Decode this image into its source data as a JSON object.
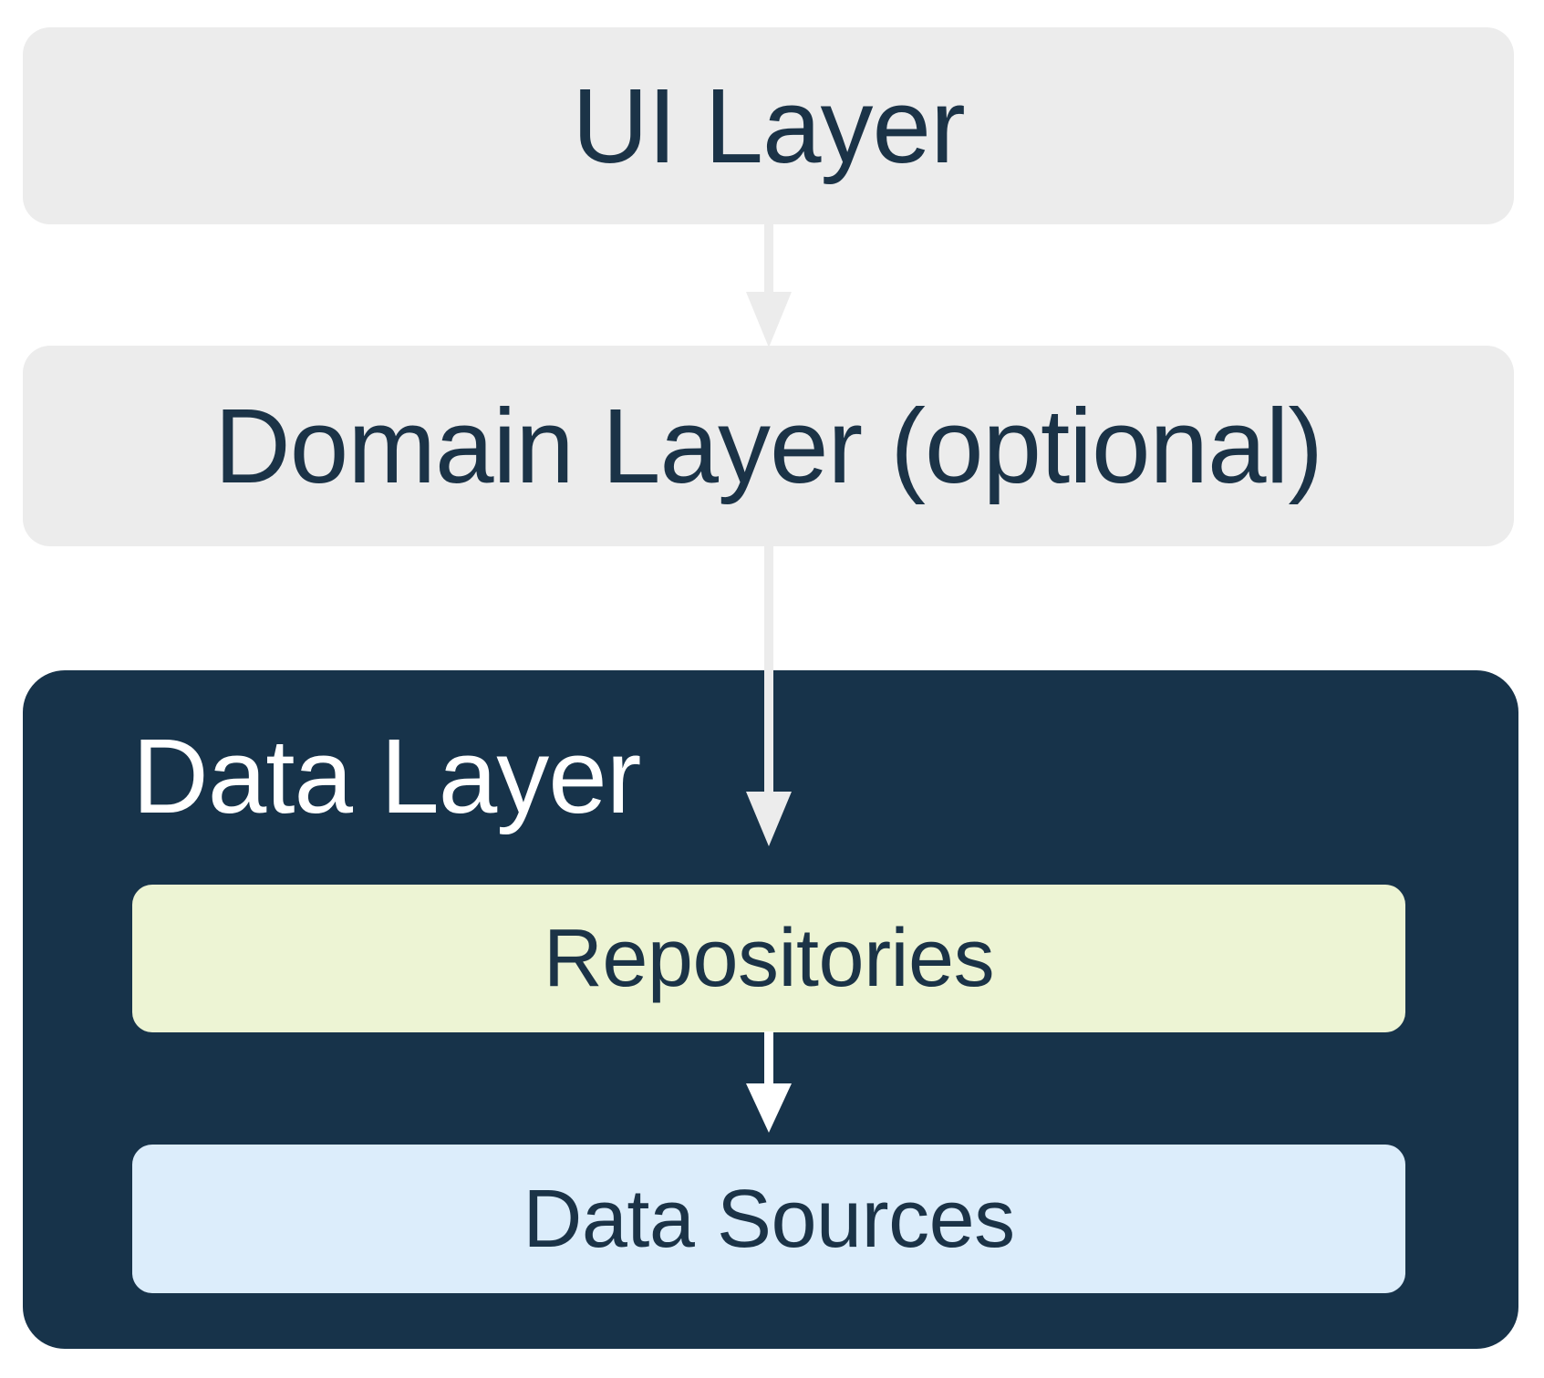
{
  "diagram": {
    "title": "Android app architecture layers",
    "background_color": "#ffffff",
    "boxes": {
      "ui_layer": {
        "label": "UI Layer",
        "fill": "#ececec",
        "text_color": "#1b3347"
      },
      "domain_layer": {
        "label": "Domain Layer (optional)",
        "fill": "#ececec",
        "text_color": "#1b3347"
      },
      "data_layer": {
        "label": "Data Layer",
        "fill": "#17334a",
        "text_color": "#ffffff"
      },
      "repositories": {
        "label": "Repositories",
        "fill": "#edf4d4",
        "text_color": "#1b3347"
      },
      "data_sources": {
        "label": "Data Sources",
        "fill": "#dcedfb",
        "text_color": "#1b3347"
      }
    },
    "arrows": [
      {
        "name": "ui-to-domain",
        "from": "UI Layer",
        "to": "Domain Layer (optional)",
        "color": "#ececec"
      },
      {
        "name": "domain-to-repositories",
        "from": "Domain Layer (optional)",
        "to": "Repositories",
        "color": "#ececec"
      },
      {
        "name": "repositories-to-data-sources",
        "from": "Repositories",
        "to": "Data Sources",
        "color": "#ffffff"
      }
    ]
  }
}
